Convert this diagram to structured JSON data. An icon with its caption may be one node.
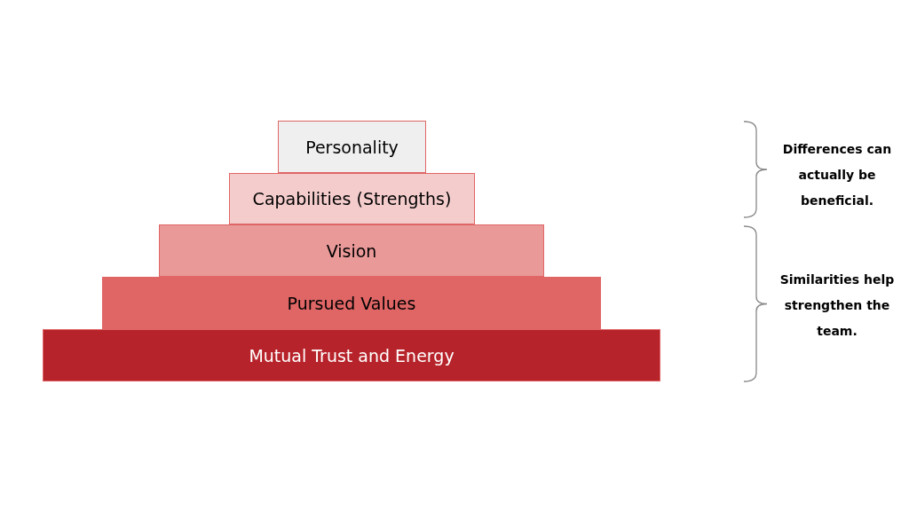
{
  "diagram": {
    "nodes": [
      {
        "text": [
          "Personality"
        ]
      },
      {
        "text": [
          "Capabilities (Strengths)"
        ]
      },
      {
        "text": [
          "Vision"
        ]
      },
      {
        "text": [
          "Pursued Values"
        ]
      },
      {
        "text": [
          "Mutual Trust and Energy"
        ]
      }
    ],
    "labels": [
      "Differences can actually be beneficial.",
      "Similarities help strengthen the team."
    ]
  }
}
